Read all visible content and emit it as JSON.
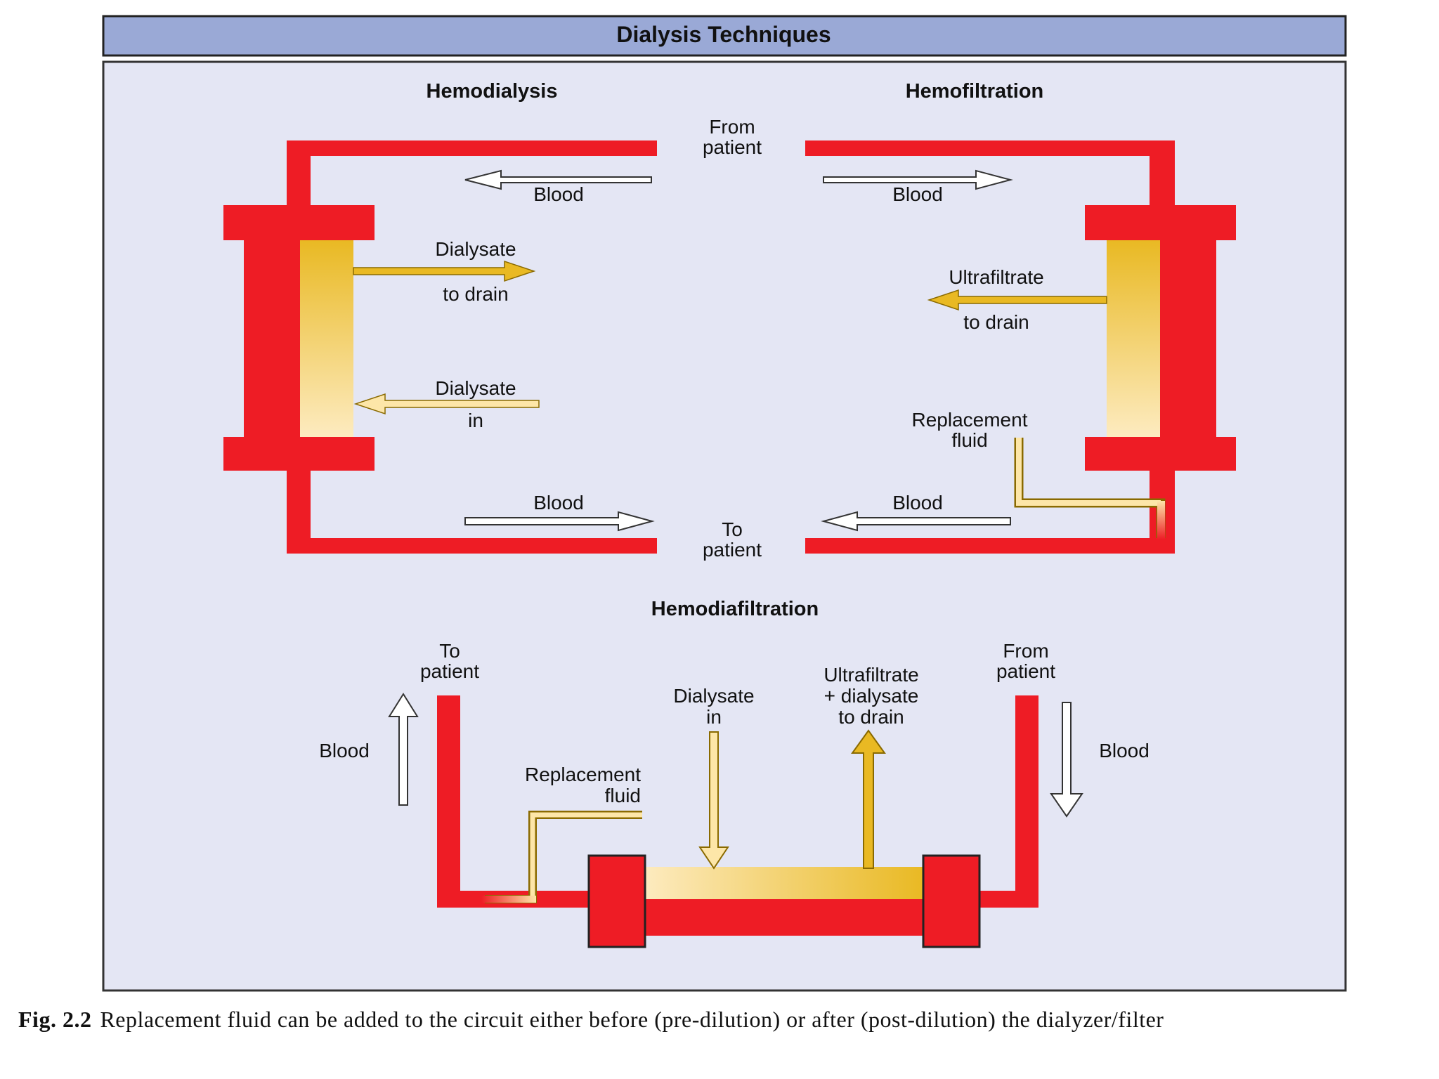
{
  "title": "Dialysis Techniques",
  "colors": {
    "tube": "#ee1c25",
    "dialysate": "#e9b923",
    "dialysate_light": "#fdebc0",
    "title_bar": "#9aa9d6",
    "panel": "#e4e6f4"
  },
  "hemodialysis": {
    "heading": "Hemodialysis",
    "blood_top": "Blood",
    "blood_bottom": "Blood",
    "dialysate_out": [
      "Dialysate",
      "to drain"
    ],
    "dialysate_in": [
      "Dialysate",
      "in"
    ]
  },
  "hemofiltration": {
    "heading": "Hemofiltration",
    "blood_top": "Blood",
    "blood_bottom": "Blood",
    "ultrafiltrate": [
      "Ultrafiltrate",
      "to drain"
    ],
    "replacement": [
      "Replacement",
      "fluid"
    ]
  },
  "from_patient": [
    "From",
    "patient"
  ],
  "to_patient": [
    "To",
    "patient"
  ],
  "hemodiafiltration": {
    "heading": "Hemodiafiltration",
    "to_patient": [
      "To",
      "patient"
    ],
    "from_patient": [
      "From",
      "patient"
    ],
    "blood_left": "Blood",
    "blood_right": "Blood",
    "replacement": [
      "Replacement",
      "fluid"
    ],
    "dialysate_in": [
      "Dialysate",
      "in"
    ],
    "ultrafiltrate": [
      "Ultrafiltrate",
      "+ dialysate",
      "to drain"
    ]
  },
  "caption": {
    "label": "Fig. 2.2",
    "text": "Replacement fluid can be added to the circuit either before (pre-dilution) or after (post-dilution) the dialyzer/filter"
  }
}
